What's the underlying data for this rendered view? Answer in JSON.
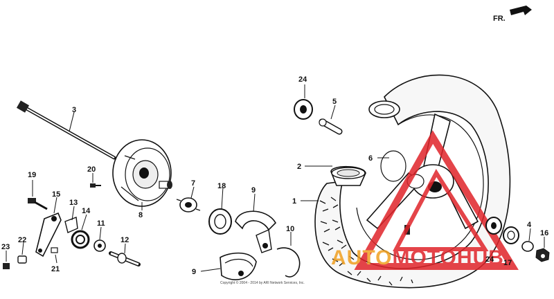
{
  "diagram": {
    "direction_label": "FR.",
    "copyright": "Copyright © 2004 - 2014 by ARI Network Services, Inc.",
    "watermark": {
      "part1": "AUTO",
      "part2": "MOTO",
      "part3": "HUB",
      "color_red": "#e0242a",
      "color_orange": "#f0a020"
    },
    "callouts": [
      {
        "id": "c1",
        "label": "1"
      },
      {
        "id": "c2",
        "label": "2"
      },
      {
        "id": "c3",
        "label": "3"
      },
      {
        "id": "c5",
        "label": "5"
      },
      {
        "id": "c6",
        "label": "6"
      },
      {
        "id": "c7",
        "label": "7"
      },
      {
        "id": "c8",
        "label": "8"
      },
      {
        "id": "c9a",
        "label": "9"
      },
      {
        "id": "c9b",
        "label": "9"
      },
      {
        "id": "c10",
        "label": "10"
      },
      {
        "id": "c11",
        "label": "11"
      },
      {
        "id": "c12",
        "label": "12"
      },
      {
        "id": "c13",
        "label": "13"
      },
      {
        "id": "c14",
        "label": "14"
      },
      {
        "id": "c15",
        "label": "15"
      },
      {
        "id": "c16",
        "label": "16"
      },
      {
        "id": "c17",
        "label": "17"
      },
      {
        "id": "c18",
        "label": "18"
      },
      {
        "id": "c19",
        "label": "19"
      },
      {
        "id": "c20",
        "label": "20"
      },
      {
        "id": "c21",
        "label": "21"
      },
      {
        "id": "c22",
        "label": "22"
      },
      {
        "id": "c23",
        "label": "23"
      },
      {
        "id": "c24a",
        "label": "24"
      },
      {
        "id": "c24b",
        "label": "24"
      },
      {
        "id": "c4",
        "label": "4"
      }
    ]
  }
}
